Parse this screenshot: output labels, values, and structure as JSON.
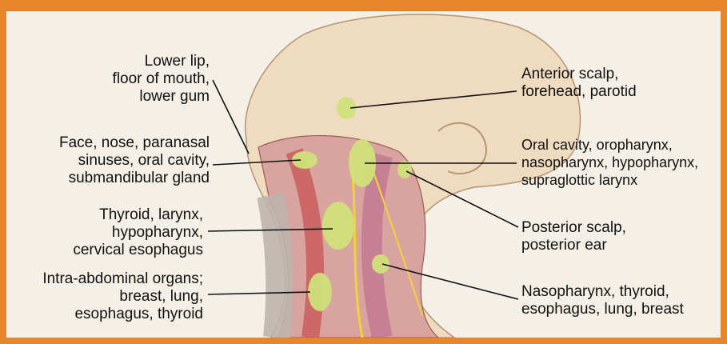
{
  "left_labels": [
    {
      "text": "Lower lip,\nfloor of mouth,\nlower gum"
    },
    {
      "text": "Face, nose, paranasal\nsinuses, oral cavity,\nsubmandibular gland"
    },
    {
      "text": "Thyroid, larynx,\nhypopharynx,\ncervical esophagus"
    },
    {
      "text": "Intra-abdominal organs;\nbreast, lung,\nesophagus, thyroid"
    }
  ],
  "right_labels": [
    {
      "text": "Anterior scalp,\nforehead, parotid"
    },
    {
      "text": "Oral cavity, oropharynx,\nnasopharynx, hypopharynx,\nsupraglottic larynx"
    },
    {
      "text": "Posterior scalp,\nposterior ear"
    },
    {
      "text": "Nasopharynx, thyroid,\nesophagus, lung, breast"
    }
  ],
  "colors": {
    "frame": "#e8842c",
    "paper": "#f4efe7",
    "skin": "#efdcc0",
    "node": "#cfe07a",
    "muscle": "#c85a5a",
    "nerve": "#f2d23a"
  }
}
